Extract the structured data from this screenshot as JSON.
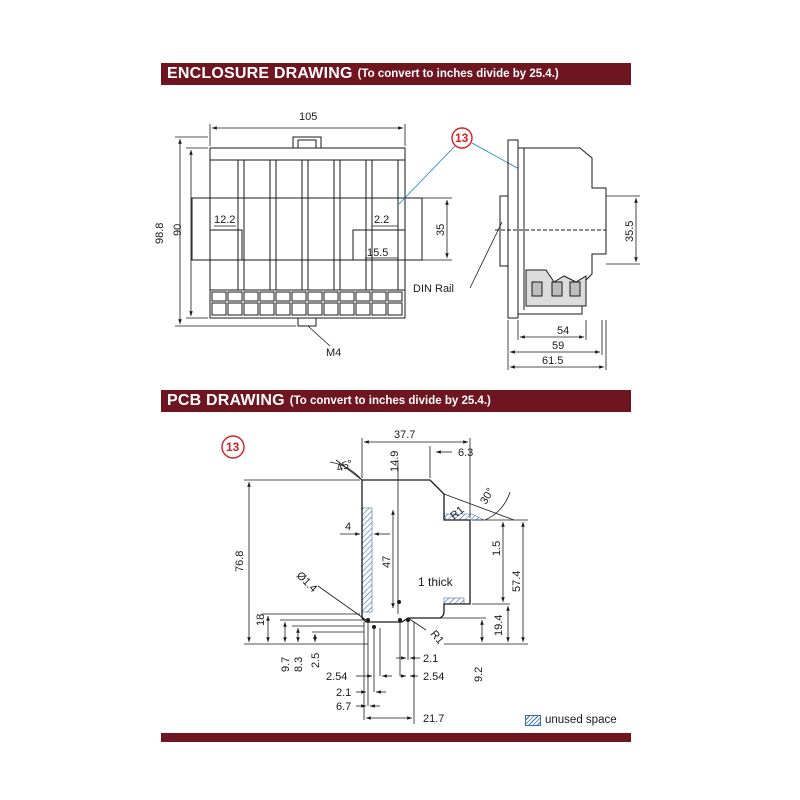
{
  "enclosure": {
    "title": "ENCLOSURE DRAWING",
    "subtitle": "(To convert to inches divide by 25.4.)",
    "callout": "13",
    "dims": {
      "width": "105",
      "height_outer": "98.8",
      "height_inner": "90",
      "left_offset": "12.2",
      "right_offset": "2.2",
      "rail_height": "35",
      "rail_gap": "15.5",
      "screw": "M4",
      "side_depth_1": "54",
      "side_depth_2": "59",
      "side_depth_3": "61.5",
      "side_rail": "35.5"
    },
    "din_rail_label": "DIN Rail"
  },
  "pcb": {
    "title": "PCB DRAWING",
    "subtitle": "(To convert to inches divide by 25.4.)",
    "callout": "13",
    "dims": {
      "top_width": "37.7",
      "top_small": "6.3",
      "top_offset": "14.9",
      "angle_left": "45°",
      "angle_right": "30°",
      "radius_top": "R1",
      "radius_bottom": "R1",
      "wall": "4",
      "height_total": "76.8",
      "inner_height": "47",
      "hole": "Ø1.4",
      "thickness": "1 thick",
      "step_1": "1.5",
      "right_height": "57.4",
      "left_18": "18",
      "right_19": "19.4",
      "b_97": "9.7",
      "b_83": "8.3",
      "b_25": "2.5",
      "b_21a": "2.1",
      "b_254a": "2.54",
      "b_254b": "2.54",
      "b_21b": "2.1",
      "b_67": "6.7",
      "b_92": "9.2",
      "b_217": "21.7"
    },
    "legend": "unused space"
  },
  "colors": {
    "banner": "#6e1520",
    "line": "#1a1a1a",
    "dim": "#3b6fb4",
    "callout": "#d42020"
  }
}
